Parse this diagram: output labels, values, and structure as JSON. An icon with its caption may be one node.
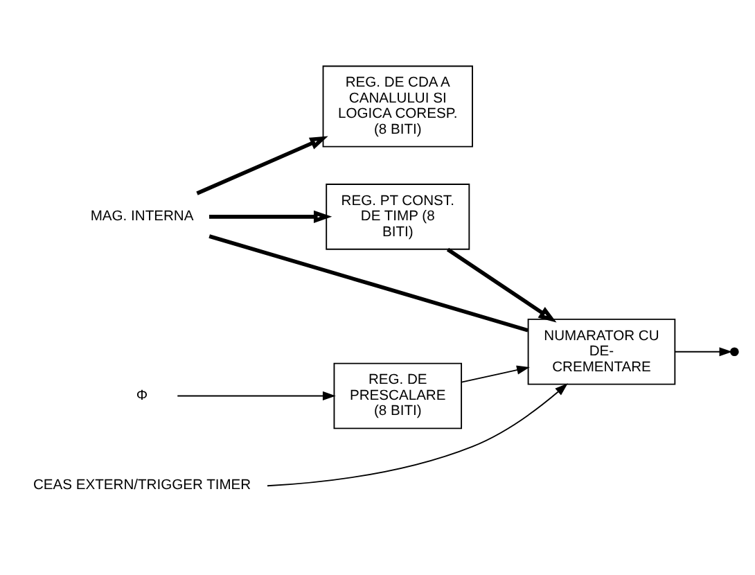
{
  "diagram": {
    "nodes": [
      {
        "text": [
          "MAG. INTERNA"
        ]
      },
      {
        "text": [
          "REG. DE CDA A CANALULUI SI LOGICA CORESP. (8 BITI)"
        ]
      },
      {
        "text": [
          "REG. PT CONST. DE TIMP (8 BITI)"
        ]
      },
      {
        "text": [
          "Φ"
        ]
      },
      {
        "text": [
          "REG. DE PRESCALARE (8 BITI)"
        ]
      },
      {
        "text": [
          "NUMARATOR CU DE- CREMENTARE"
        ]
      },
      {
        "text": [
          "CEAS EXTERN/TRIGGER TIMER"
        ]
      }
    ],
    "edges": [
      {
        "from": 0,
        "to": 1,
        "arrow": "to",
        "style": "thick"
      },
      {
        "from": 0,
        "to": 2,
        "arrow": "to",
        "style": "thick"
      },
      {
        "from": 0,
        "to": 5,
        "arrow": "none",
        "style": "thick"
      },
      {
        "from": 2,
        "to": 5,
        "arrow": "to",
        "style": "thick"
      },
      {
        "from": 3,
        "to": 4,
        "arrow": "to"
      },
      {
        "from": 4,
        "to": 5,
        "arrow": "to"
      },
      {
        "from": 6,
        "to": 5,
        "arrow": "to"
      },
      {
        "from": 5,
        "to": null,
        "arrow": "to"
      }
    ]
  }
}
